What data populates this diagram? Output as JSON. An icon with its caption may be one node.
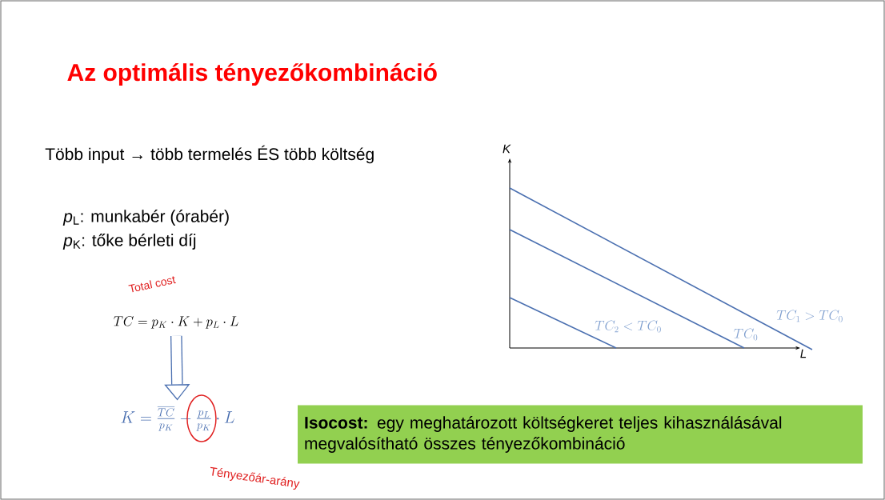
{
  "diagram": {
    "title": "Az optimális tényezőkombináció",
    "nodes": [
      {
        "text": [
          "TC = p_K \\cdot K + p_L \\cdot L"
        ]
      },
      {
        "text": [
          "K = \\frac{\\overline{TC}}{p_K} - \\frac{p_L}{p_K} \\cdot L"
        ]
      },
      {
        "text": [
          "**Isocost:** egy meghatározott költségkeret teljes kihasználásával megvalósítható összes tényezőkombináció"
        ]
      }
    ],
    "edges": [
      {
        "from": 0,
        "to": 1,
        "arrow": "to"
      }
    ],
    "labels": [
      "Több input → több termelés ÉS több költség",
      "*p*$_{L}$: munkabér (órabér)",
      "*p*$_{K}$: tőke bérleti díj",
      "Total cost",
      "K",
      "TC_1 > TC_0",
      "TC_2 < TC_0",
      "TC_0",
      "L",
      "Tényezőár-arány"
    ]
  }
}
